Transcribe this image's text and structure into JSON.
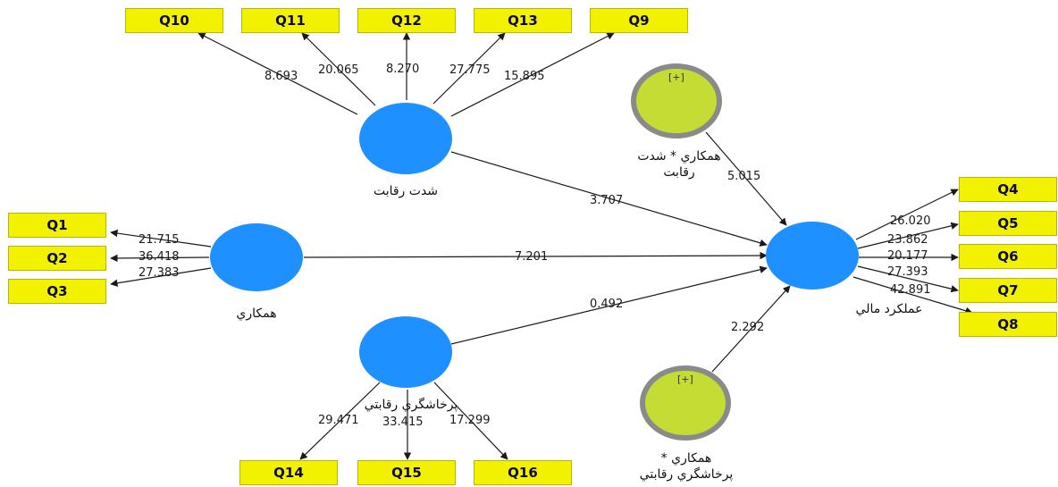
{
  "constructs": {
    "competition": "شدت رقابت",
    "cooperation": "همكاري",
    "financial": "عملكرد مالي",
    "proactive": "پرخاشگري رقابتي",
    "mod1": "همكاري * شدت رقابت",
    "mod2": "همكاري * پرخاشگري رقابتي",
    "plus": "[+]"
  },
  "indicators": {
    "Q1": "Q1",
    "Q2": "Q2",
    "Q3": "Q3",
    "Q4": "Q4",
    "Q5": "Q5",
    "Q6": "Q6",
    "Q7": "Q7",
    "Q8": "Q8",
    "Q9": "Q9",
    "Q10": "Q10",
    "Q11": "Q11",
    "Q12": "Q12",
    "Q13": "Q13",
    "Q14": "Q14",
    "Q15": "Q15",
    "Q16": "Q16"
  },
  "loadings": {
    "Q10": "8.693",
    "Q11": "20.065",
    "Q12": "8.270",
    "Q13": "27.775",
    "Q9": "15.895",
    "Q1": "21.715",
    "Q2": "36.418",
    "Q3": "27.383",
    "Q4": "26.020",
    "Q5": "23.862",
    "Q6": "20.177",
    "Q7": "27.393",
    "Q8": "42.891",
    "Q14": "29.471",
    "Q15": "33.415",
    "Q16": "17.299"
  },
  "paths": {
    "competition_financial": "3.707",
    "cooperation_financial": "7.201",
    "proactive_financial": "0.492",
    "mod1_financial": "5.015",
    "mod2_financial": "2.292"
  },
  "colors": {
    "latent": "#1e90ff",
    "moderator": "#c5dc35",
    "moderator_ring": "#8a8a8a",
    "indicator": "#f2f200",
    "edge": "#1a1a1a"
  }
}
